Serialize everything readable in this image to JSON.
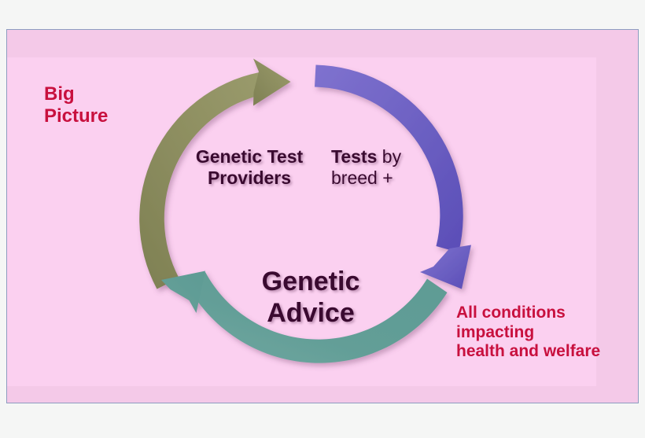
{
  "slide": {
    "background_color": "#f4c9e8",
    "panel_color": "#fbd0f0",
    "border_color": "#8d9cc0"
  },
  "labels": {
    "big_picture": "Big\nPicture",
    "all_conditions": "All conditions\nimpacting\nhealth and welfare",
    "genetic_test_providers": "Genetic Test\nProviders",
    "tests_bold": "Tests",
    "tests_rest": " by\nbreed +",
    "genetic_advice": "Genetic\nAdvice"
  },
  "colors": {
    "crimson": "#c8103e",
    "plum": "#3a0a30",
    "olive_arrow": "#8b8c5e",
    "purple_arrow": "#6b5fc0",
    "teal_arrow": "#5d9b94"
  },
  "arrows": [
    {
      "name": "olive-arrow",
      "label": "Genetic Test Providers inflow",
      "color": "#8b8c5e",
      "from": "bottom-left",
      "to": "top",
      "direction": "clockwise"
    },
    {
      "name": "purple-arrow",
      "label": "Tests by breed outflow",
      "color": "#6b5fc0",
      "from": "top",
      "to": "bottom-right",
      "direction": "clockwise"
    },
    {
      "name": "teal-arrow",
      "label": "All conditions return",
      "color": "#5d9b94",
      "from": "bottom-right",
      "to": "bottom-left",
      "direction": "clockwise"
    }
  ]
}
